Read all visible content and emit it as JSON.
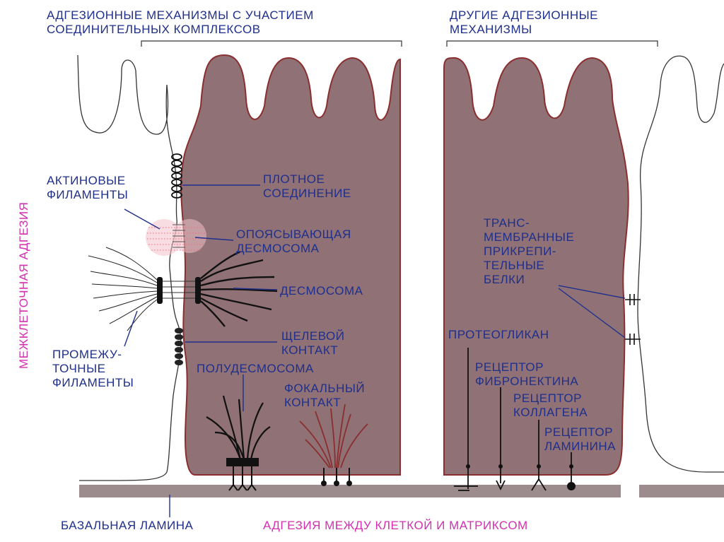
{
  "headers": {
    "junctional": "АДГЕЗИОННЫЕ МЕХАНИЗМЫ С УЧАСТИЕМ\nСОЕДИНИТЕЛЬНЫХ КОМПЛЕКСОВ",
    "other": "ДРУГИЕ АДГЕЗИОННЫЕ\nМЕХАНИЗМЫ"
  },
  "side_label": "МЕЖКЛЕТОЧНАЯ АДГЕЗИЯ",
  "left_labels": {
    "actin_filaments": "АКТИНОВЫЕ\nФИЛАМЕНТЫ",
    "intermediate_filaments": "ПРОМЕЖУ-\nТОЧНЫЕ\nФИЛАМЕНТЫ"
  },
  "junction_labels": {
    "tight_junction": "ПЛОТНОЕ\nСОЕДИНЕНИЕ",
    "belt_desmosome": "ОПОЯСЫВАЮЩАЯ\nДЕСМОСОМА",
    "desmosome": "ДЕСМОСОМА",
    "gap_junction": "ЩЕЛЕВОЙ\nКОНТАКТ",
    "hemidesmosome": "ПОЛУДЕСМОСОМА",
    "focal_contact": "ФОКАЛЬНЫЙ\nКОНТАКТ"
  },
  "right_labels": {
    "transmembrane_proteins": "ТРАНС-\nМЕМБРАННЫЕ\nПРИКРЕПИ-\nТЕЛЬНЫЕ\nБЕЛКИ",
    "proteoglycan": "ПРОТЕОГЛИКАН",
    "fibronectin_receptor": "РЕЦЕПТОР\nФИБРОНЕКТИНА",
    "collagen_receptor": "РЕЦЕПТОР\nКОЛЛАГЕНА",
    "laminin_receptor": "РЕЦЕПТОР\nЛАМИНИНА"
  },
  "bottom_labels": {
    "basal_lamina": "БАЗАЛЬНАЯ ЛАМИНА",
    "cell_matrix_adhesion": "АДГЕЗИЯ МЕЖДУ КЛЕТКОЙ И МАТРИКСОМ"
  },
  "colors": {
    "label_blue": "#1f2f8c",
    "label_pink": "#d42fb0",
    "cell_fill": "#8f7176",
    "cell_outline": "#8a2f2f",
    "basal_lamina": "#9c8c8e",
    "focal_filaments": "#8a2e2e",
    "desmosome_filaments": "#111111",
    "belt_desmosome": "#e0707e"
  }
}
